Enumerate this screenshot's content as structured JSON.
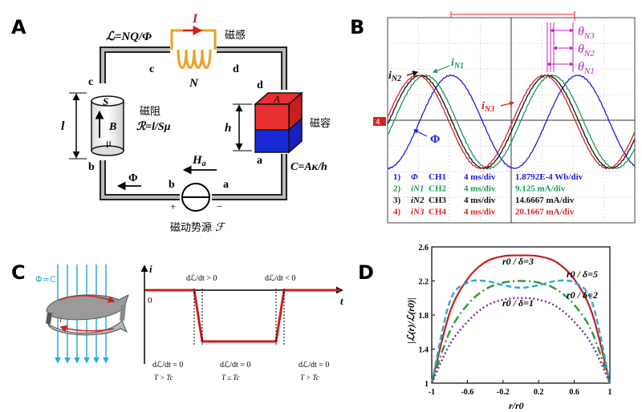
{
  "panel_a": {
    "letter": "A",
    "inductance_eq": "ℒ=NQ/Φ",
    "inductance_label": "磁感",
    "current": "I",
    "turns": "N",
    "node_c_left": "c",
    "node_c_top": "c",
    "node_d_top": "d",
    "node_d_right": "d",
    "node_b_left": "b",
    "node_b_bottom": "b",
    "node_a_right": "a",
    "node_a_bottom": "a",
    "length": "l",
    "area_S": "S",
    "field_B": "B",
    "mu": "μ",
    "reluctance_label": "磁阻",
    "reluctance_eq": "ℛ=l/Sμ",
    "height": "h",
    "area_A": "A",
    "capacitance_label": "磁容",
    "capacitance_eq": "C=Aκ/h",
    "field_Ha": "H",
    "field_Ha_sub": "a",
    "flux": "Φ",
    "plus": "+",
    "minus": "−",
    "source_label": "磁动势源",
    "source_symbol": "ℱ"
  },
  "panel_b": {
    "letter": "B",
    "theta_n3": "θN3",
    "theta_n2": "θN2",
    "theta_n1": "θN1",
    "label_in2": "iN2",
    "label_in1": "iN1",
    "label_in3": "iN3",
    "label_phi": "Φ",
    "marker": "4",
    "colors": {
      "ch1": "#1a1ae6",
      "ch2": "#1a9a55",
      "ch3": "#111111",
      "ch4": "#e02020"
    },
    "channels": [
      {
        "num": "1)",
        "sig": "Φ",
        "ch": "CH1",
        "time": "4 ms/div",
        "value": "1.8792E-4 Wb/div"
      },
      {
        "num": "2)",
        "sig": "iN1",
        "ch": "CH2",
        "time": "4 ms/div",
        "value": "9.125 mA/div"
      },
      {
        "num": "3)",
        "sig": "iN2",
        "ch": "CH3",
        "time": "4 ms/div",
        "value": "14.6667 mA/div"
      },
      {
        "num": "4)",
        "sig": "iN3",
        "ch": "CH4",
        "time": "4 ms/div",
        "value": "20.1667 mA/div"
      }
    ]
  },
  "panel_c": {
    "letter": "C",
    "phi_eq": "Φ=C",
    "loop_current": "i",
    "axis_i": "i",
    "axis_t": "t",
    "origin": "0",
    "deriv_pos": "dℒ/dt > 0",
    "deriv_neg": "dℒ/dt < 0",
    "zone1_eq": "dℒ/dt = 0",
    "zone1_cond": "T > Tc",
    "zone2_eq": "dℒ/dt = 0",
    "zone2_cond": "T ≤ Tc",
    "zone3_eq": "dℒ/dt = 0",
    "zone3_cond": "T > Tc"
  },
  "panel_d": {
    "letter": "D",
    "chart_data": {
      "type": "line",
      "xlabel": "r/r0",
      "ylabel": "|ℒ(r)/ℒ(r0)|",
      "xlim": [
        -1,
        1
      ],
      "ylim": [
        1,
        2.6
      ],
      "xticks": [
        -1,
        -0.6,
        -0.2,
        0.2,
        0.6,
        1
      ],
      "yticks": [
        1,
        1.4,
        1.8,
        2.2,
        2.6
      ],
      "series": [
        {
          "name": "r0 / δ=3",
          "color": "#c81e1e",
          "dash": "",
          "x": [
            -1,
            -0.8,
            -0.6,
            -0.4,
            -0.2,
            0,
            0.2,
            0.4,
            0.6,
            0.8,
            1
          ],
          "y": [
            1.0,
            1.82,
            2.22,
            2.42,
            2.49,
            2.5,
            2.49,
            2.42,
            2.22,
            1.82,
            1.0
          ]
        },
        {
          "name": "r0 / δ=5",
          "color": "#2aa8e0",
          "dash": "7,4",
          "x": [
            -1,
            -0.8,
            -0.6,
            -0.4,
            -0.2,
            0,
            0.2,
            0.4,
            0.6,
            0.8,
            1
          ],
          "y": [
            1.0,
            1.95,
            2.18,
            2.2,
            2.15,
            2.12,
            2.15,
            2.2,
            2.18,
            1.95,
            1.0
          ]
        },
        {
          "name": "r0 / δ=2",
          "color": "#2a9a3a",
          "dash": "10,4,2,4",
          "x": [
            -1,
            -0.8,
            -0.6,
            -0.4,
            -0.2,
            0,
            0.2,
            0.4,
            0.6,
            0.8,
            1
          ],
          "y": [
            1.0,
            1.6,
            1.92,
            2.1,
            2.18,
            2.2,
            2.18,
            2.1,
            1.92,
            1.6,
            1.0
          ]
        },
        {
          "name": "r0 / δ=1",
          "color": "#7a2aa0",
          "dash": "2,3",
          "x": [
            -1,
            -0.8,
            -0.6,
            -0.4,
            -0.2,
            0,
            0.2,
            0.4,
            0.6,
            0.8,
            1
          ],
          "y": [
            1.0,
            1.45,
            1.72,
            1.9,
            1.98,
            2.0,
            1.98,
            1.9,
            1.72,
            1.45,
            1.0
          ]
        }
      ]
    }
  }
}
